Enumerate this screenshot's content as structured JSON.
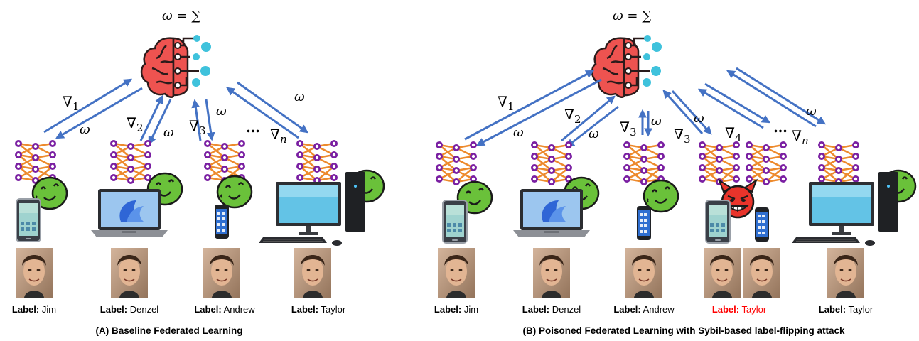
{
  "colors": {
    "arrow": "#4472c4",
    "brain": "#ee5350",
    "brain_stroke": "#2b1b1b",
    "node_purple": "#7a1fa2",
    "edge_orange": "#ed8a2c",
    "face_green": "#6ac13a",
    "attacker_red": "#e8342b",
    "cyan_dot": "#3fc2dc",
    "poison_label": "#ff0000"
  },
  "aggregation_formula": "ω = ∑",
  "icons": [
    "brain-icon",
    "neural-net-icon",
    "smiley-face-icon",
    "devil-face-icon",
    "tablet-icon",
    "laptop-icon",
    "phone-icon",
    "desktop-pc-icon",
    "face-photo"
  ],
  "panel_a": {
    "caption": "(A) Baseline Federated Learning",
    "update_symbols": [
      "∇",
      "ω",
      "…"
    ],
    "update_subscripts": [
      "1",
      "2",
      "3",
      "n"
    ],
    "clients": [
      {
        "label_key": "Label:",
        "label_value": "Jim",
        "device": "tablet"
      },
      {
        "label_key": "Label:",
        "label_value": "Denzel",
        "device": "laptop"
      },
      {
        "label_key": "Label:",
        "label_value": "Andrew",
        "device": "phone"
      },
      {
        "label_key": "Label:",
        "label_value": "Taylor",
        "device": "desktop"
      }
    ]
  },
  "panel_b": {
    "caption": "(B) Poisoned Federated Learning with Sybil-based label-flipping attack",
    "update_subscripts": [
      "1",
      "2",
      "3",
      "3",
      "4",
      "n"
    ],
    "clients": [
      {
        "label_key": "Label:",
        "label_value": "Jim",
        "device": "tablet"
      },
      {
        "label_key": "Label:",
        "label_value": "Denzel",
        "device": "laptop"
      },
      {
        "label_key": "Label:",
        "label_value": "Andrew",
        "device": "phone"
      },
      {
        "label_key": "Label:",
        "label_value": "Taylor",
        "device": "tablet+phone",
        "poisoned": true
      },
      {
        "label_key": "Label:",
        "label_value": "Taylor",
        "device": "desktop"
      }
    ]
  }
}
